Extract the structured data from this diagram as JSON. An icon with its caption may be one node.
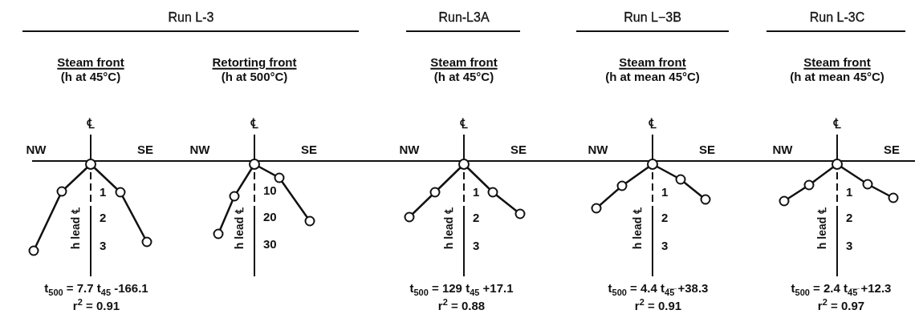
{
  "diagram": {
    "labels": [
      "Run L-3",
      "Run-L3A",
      "Run L−3B",
      "Run L-3C",
      "Steam front",
      "(h at 45°C)",
      "Retorting front",
      "(h at 500°C)",
      "Steam front",
      "(h at 45°C)",
      "Steam front",
      "(h at mean 45°C)",
      "Steam front",
      "(h at mean 45°C)",
      "℄",
      "NW",
      "SE",
      "1",
      "2",
      "3",
      "h lead ℄",
      "℄",
      "NW",
      "SE",
      "10",
      "20",
      "30",
      "h lead ℄",
      "℄",
      "NW",
      "SE",
      "1",
      "2",
      "3",
      "h lead ℄",
      "℄",
      "NW",
      "SE",
      "1",
      "2",
      "3",
      "h lead ℄",
      "℄",
      "NW",
      "SE",
      "1",
      "2",
      "3",
      "h lead ℄",
      "t$_{500}$ = 7.7 t$_{45}$ -166.1",
      "r$^{2}$ = 0.91",
      "t$_{500}$ = 129 t$_{45}$ +17.1",
      "r$^{2}$ = 0.88",
      "t$_{500}$ = 4.4 t$_{4̅5̅}$ +38.3",
      "r$^{2}$ = 0.91",
      "t$_{500}$ = 2.4 t$_{4̅5̅}$ +12.3",
      "r$^{2}$ = 0.97"
    ]
  }
}
